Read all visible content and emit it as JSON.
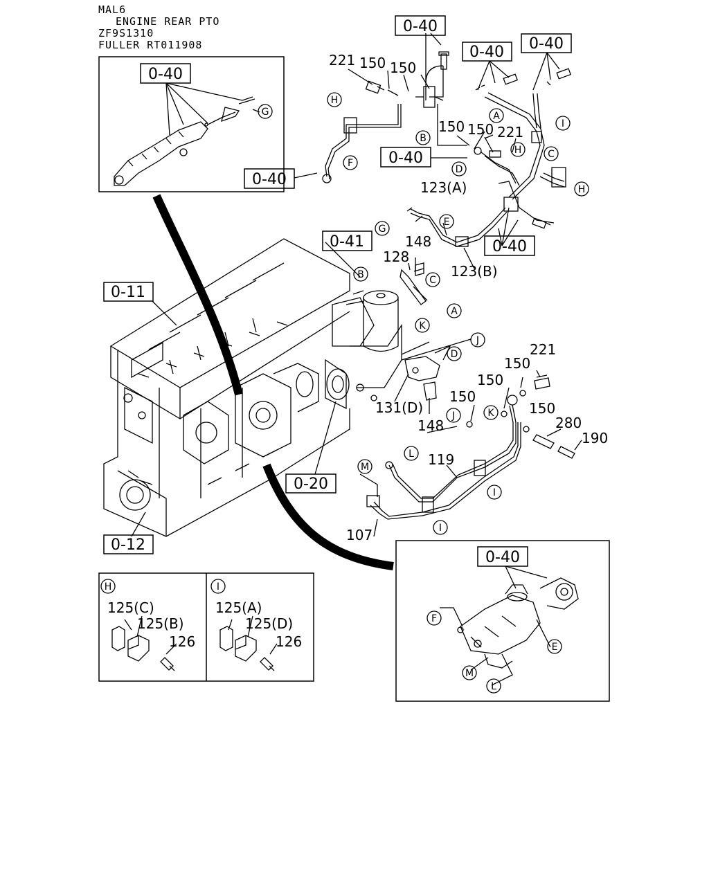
{
  "header": {
    "model": "MAL6",
    "title": "ENGINE REAR PTO",
    "code1": "ZF9S1310",
    "code2": "FULLER RT011908"
  },
  "sections": [
    "0-40",
    "0-11",
    "0-12",
    "0-20",
    "0-41"
  ],
  "part_numbers": [
    "221",
    "150",
    "150",
    "150",
    "150",
    "221",
    "123(A)",
    "123(B)",
    "128",
    "148",
    "131(D)",
    "148",
    "221",
    "150",
    "150",
    "150",
    "150",
    "280",
    "190",
    "119",
    "107"
  ],
  "callouts": [
    "A",
    "B",
    "C",
    "D",
    "E",
    "F",
    "G",
    "H",
    "I",
    "J",
    "K",
    "L",
    "M"
  ],
  "detail_H": {
    "key": "H",
    "parts": [
      "125(C)",
      "125(B)",
      "126"
    ]
  },
  "detail_I": {
    "key": "I",
    "parts": [
      "125(A)",
      "125(D)",
      "126"
    ]
  },
  "colors": {
    "line": "#000000",
    "background": "#ffffff"
  }
}
